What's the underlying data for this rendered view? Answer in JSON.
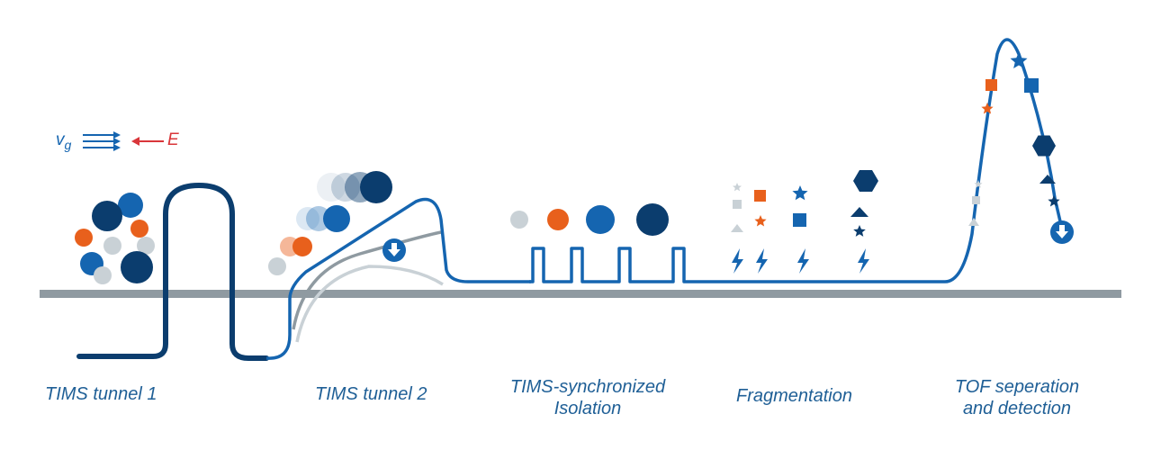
{
  "stages": [
    {
      "id": "tims1",
      "label": "TIMS tunnel 1"
    },
    {
      "id": "tims2",
      "label": "TIMS tunnel 2"
    },
    {
      "id": "isolation",
      "label_line1": "TIMS-synchronized",
      "label_line2": "Isolation"
    },
    {
      "id": "fragmentation",
      "label": "Fragmentation"
    },
    {
      "id": "tof",
      "label_line1": "TOF seperation",
      "label_line2": "and detection"
    }
  ],
  "legend": {
    "velocity_symbol": "v",
    "velocity_subscript": "g",
    "field_symbol": "E"
  },
  "colors": {
    "navy": "#0b3d6e",
    "blue": "#1565b0",
    "orange": "#e8601c",
    "light_orange": "#f0a98a",
    "grey": "#c9d1d6",
    "baseline": "#8f9aa1",
    "field_red": "#d9363a",
    "label": "#1f5f96"
  },
  "icons": [
    "down-arrow-circle-icon",
    "lightning-icon",
    "star-icon",
    "square-icon",
    "triangle-icon",
    "hexagon-icon"
  ]
}
